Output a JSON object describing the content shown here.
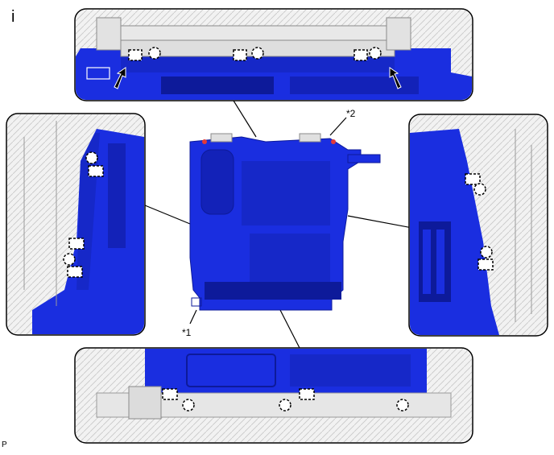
{
  "corner_mark": "i",
  "footer_mark": "P",
  "callouts": {
    "c1": "*1",
    "c2": "*2"
  },
  "colors": {
    "part_fill": "#1a2ee0",
    "part_dark": "#0d1a9a",
    "panel_border": "#000000",
    "housing_gray": "#cfcfcf",
    "clip_ring": "#000000"
  },
  "icons": {
    "arrow": "arrow-icon",
    "claw": "claw-icon",
    "clip": "clip-icon"
  }
}
